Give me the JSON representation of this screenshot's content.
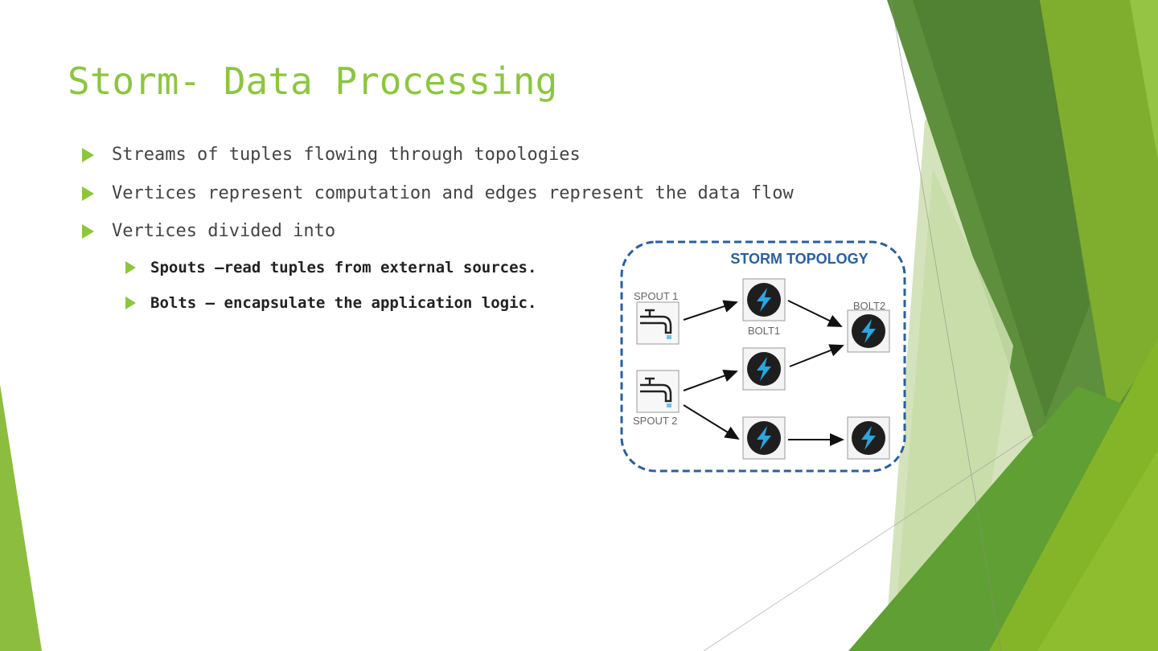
{
  "slide": {
    "title": "Storm- Data Processing",
    "bullets": [
      "Streams of tuples flowing through topologies",
      "Vertices represent computation and edges represent the data flow",
      "Vertices divided into"
    ],
    "sub_bullets": [
      "Spouts —read tuples from external sources.",
      "Bolts — encapsulate the application logic."
    ]
  },
  "diagram": {
    "title": "STORM TOPOLOGY",
    "labels": {
      "spout1": "SPOUT 1",
      "spout2": "SPOUT 2",
      "bolt1": "BOLT1",
      "bolt2": "BOLT2"
    }
  },
  "colors": {
    "accent": "#8cc63f",
    "dark_green": "#5a8a3a",
    "diagram_blue": "#2a5f9e",
    "bolt_icon": "#2aa6e0"
  }
}
